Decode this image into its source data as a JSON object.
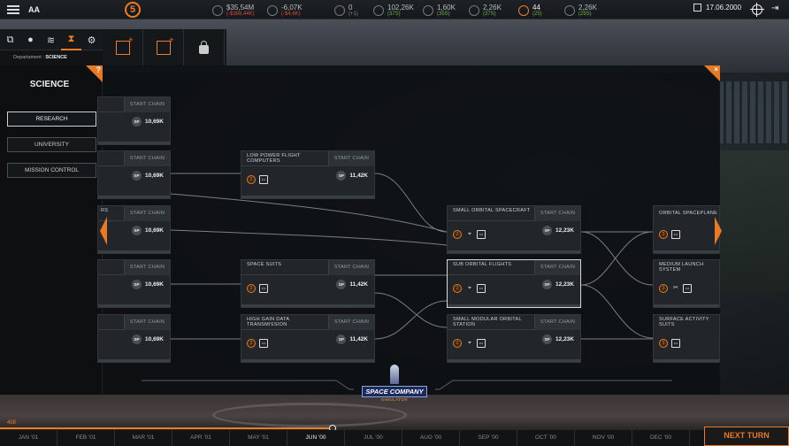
{
  "topbar": {
    "company": "AA",
    "level": "5",
    "money": "$35,54M",
    "money_delta": "(-$388,44K)",
    "income": "-6,07K",
    "income_delta": "(-$4,6K)",
    "personnel": "0",
    "personnel_delta": "(+1)",
    "research": "102,26K",
    "research_delta": "(37S)",
    "fans": "1,60K",
    "fans_delta": "(35S)",
    "storage": "2,26K",
    "storage_delta": "(37S)",
    "time": "44",
    "time_delta": "(25)",
    "parts": "2,26K",
    "parts_delta": "(25S)",
    "date": "17.06.2000"
  },
  "dept": {
    "caption_label": "Departament :",
    "caption_value": "SCIENCE",
    "title": "SCIENCE",
    "buttons": [
      "RESEARCH",
      "UNIVERSITY",
      "MISSION CONTROL"
    ]
  },
  "corner": {
    "help": "?",
    "close": "×"
  },
  "node_labels": {
    "start_chain": "START CHAIN",
    "sp": "SP"
  },
  "nodes": [
    {
      "name": "",
      "cost": "10,69K",
      "tier": ""
    },
    {
      "name": "",
      "cost": "10,69K",
      "tier": ""
    },
    {
      "name": "RS",
      "cost": "10,69K",
      "tier": ""
    },
    {
      "name": "",
      "cost": "10,69K",
      "tier": ""
    },
    {
      "name": "",
      "cost": "10,69K",
      "tier": ""
    },
    {
      "name": "LOW POWER FLIGHT COMPUTERS",
      "cost": "11,42K",
      "tier": "2"
    },
    {
      "name": "SPACE SUITS",
      "cost": "11,42K",
      "tier": "2"
    },
    {
      "name": "HIGH GAIN DATA TRANSMISSION",
      "cost": "11,42K",
      "tier": "2"
    },
    {
      "name": "SMALL ORBITAL SPACECRAFT",
      "cost": "12,23K",
      "tier": "2"
    },
    {
      "name": "SUB ORBITAL FLIGHTS",
      "cost": "12,23K",
      "tier": "2"
    },
    {
      "name": "SMALL MODULAR ORBITAL STATION",
      "cost": "12,23K",
      "tier": "2"
    },
    {
      "name": "ORBITAL SPACEPLANE",
      "cost": "",
      "tier": "3"
    },
    {
      "name": "MEDIUM LAUNCH SYSTEM",
      "cost": "",
      "tier": "3"
    },
    {
      "name": "SURFACE ACTIVITY SUITS",
      "cost": "",
      "tier": "3"
    }
  ],
  "logo": {
    "title": "SPACE COMPANY",
    "subtitle": "SIMULATOR"
  },
  "timeline": {
    "turn": "408",
    "months": [
      "JAN '01",
      "FEB '01",
      "MAR '01",
      "APR '01",
      "MAY '01",
      "JUN '00",
      "JUL '00",
      "AUG '00",
      "SEP '00",
      "OCT '00",
      "NOV '00",
      "DEC '00"
    ],
    "next_turn": "NEXT TURN"
  },
  "colors": {
    "accent": "#e77a23",
    "negative": "#d24a3a",
    "positive": "#6fb04a"
  }
}
